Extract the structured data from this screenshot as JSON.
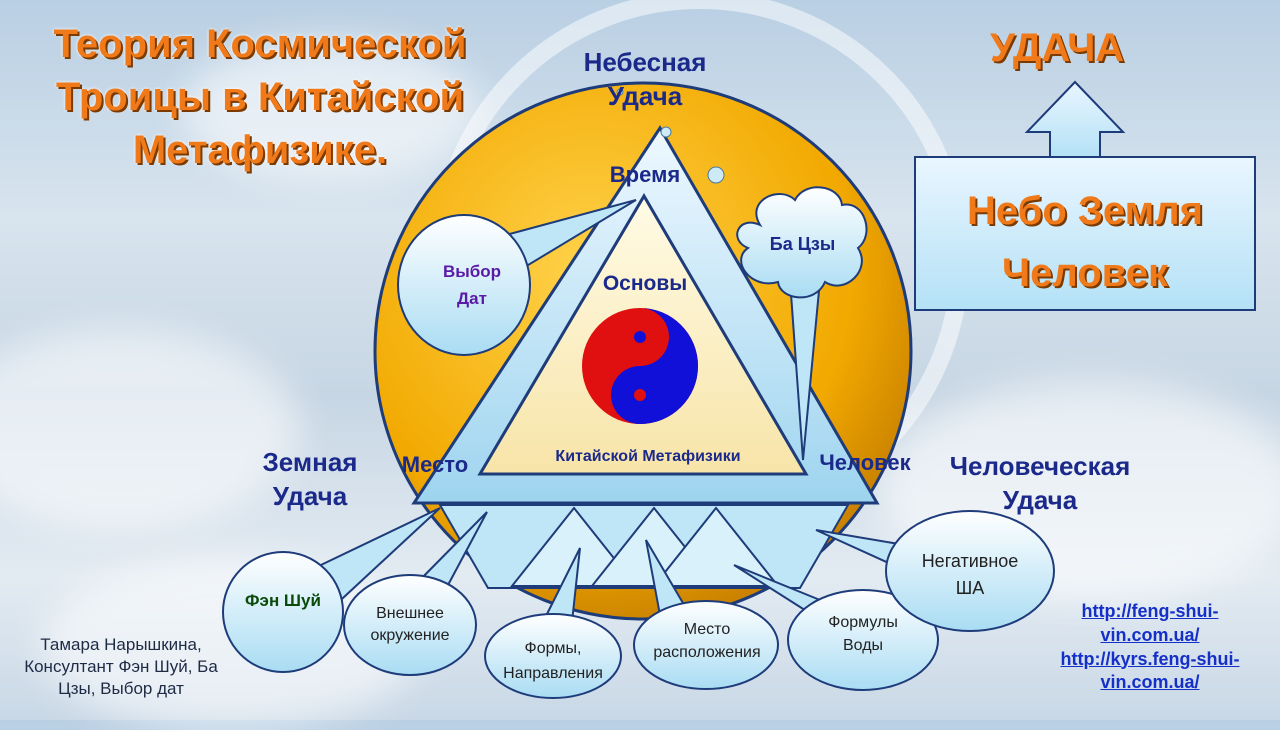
{
  "title": "Теория Космической Троицы в Китайской Метафизике.",
  "luck_heaven": "Небесная Удача",
  "luck_earth": "Земная Удача",
  "luck_human": "Человеческая Удача",
  "corner_time": "Время",
  "corner_place": "Место",
  "corner_human": "Человек",
  "inner_top": "Основы",
  "inner_bottom": "Китайской Метафизики",
  "bubble_dates": "Выбор Дат",
  "bubble_bazi": "Ба Цзы",
  "bubbles_bottom": {
    "fengshui": "Фэн Шуй",
    "env": "Внешнее окружение",
    "forms": "Формы, Направления",
    "location": "Место расположения",
    "water": "Формулы Воды",
    "negative": "Негативное ША"
  },
  "udacha": "УДАЧА",
  "box_text": "Небо Земля Человек",
  "author": "Тамара Нарышкина, Консултант Фэн Шуй, Ба Цзы, Выбор дат",
  "links": [
    "http://feng-shui-vin.com.ua/",
    "http://kyrs.feng-shui-vin.com.ua/"
  ],
  "colors": {
    "title": "#f07a1a",
    "navy": "#1b2a8a",
    "circle": "#f2a900",
    "link": "#1530c8"
  }
}
